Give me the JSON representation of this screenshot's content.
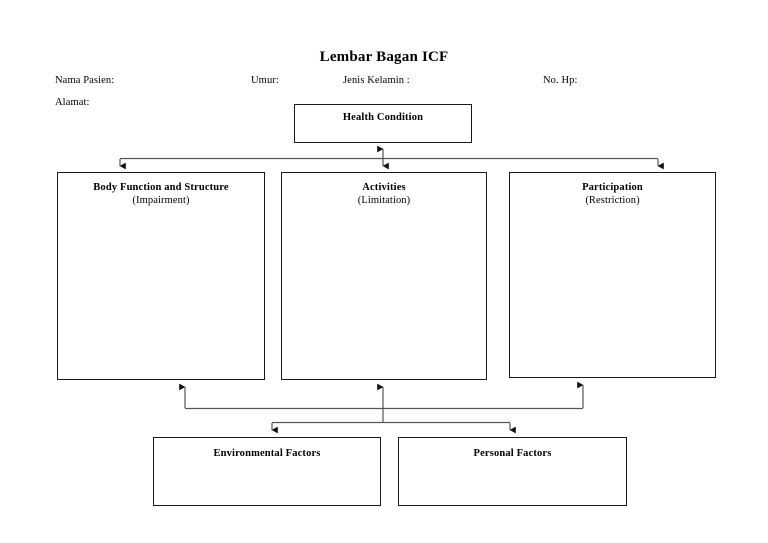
{
  "document": {
    "title": "Lembar Bagan ICF"
  },
  "patient_info": {
    "nama_label": "Nama Pasien:",
    "umur_label": "Umur:",
    "jenis_kelamin_label": "Jenis Kelamin :",
    "no_hp_label": "No. Hp:",
    "alamat_label": "Alamat:",
    "nama_value": "",
    "umur_value": "",
    "jenis_kelamin_value": "",
    "no_hp_value": "",
    "alamat_value": ""
  },
  "chart_data": {
    "type": "diagram",
    "title": "Lembar Bagan ICF",
    "nodes": [
      {
        "id": "health_condition",
        "title": "Health Condition",
        "subtitle": "",
        "content": ""
      },
      {
        "id": "body_function",
        "title": "Body Function and Structure",
        "subtitle": "(Impairment)",
        "content": ""
      },
      {
        "id": "activities",
        "title": "Activities",
        "subtitle": "(Limitation)",
        "content": ""
      },
      {
        "id": "participation",
        "title": "Participation",
        "subtitle": "(Restriction)",
        "content": ""
      },
      {
        "id": "environmental_factors",
        "title": "Environmental Factors",
        "subtitle": "",
        "content": ""
      },
      {
        "id": "personal_factors",
        "title": "Personal Factors",
        "subtitle": "",
        "content": ""
      }
    ],
    "edges": [
      {
        "from": "body_function",
        "to": "health_condition",
        "style": "bidirectional-bus"
      },
      {
        "from": "activities",
        "to": "health_condition",
        "style": "bidirectional-bus"
      },
      {
        "from": "participation",
        "to": "health_condition",
        "style": "bidirectional-bus"
      },
      {
        "from": "environmental_factors",
        "to": "body_function",
        "style": "bidirectional-bus"
      },
      {
        "from": "environmental_factors",
        "to": "activities",
        "style": "bidirectional-bus"
      },
      {
        "from": "environmental_factors",
        "to": "participation",
        "style": "bidirectional-bus"
      },
      {
        "from": "personal_factors",
        "to": "body_function",
        "style": "bidirectional-bus"
      },
      {
        "from": "personal_factors",
        "to": "activities",
        "style": "bidirectional-bus"
      },
      {
        "from": "personal_factors",
        "to": "participation",
        "style": "bidirectional-bus"
      }
    ],
    "colors": {
      "line": "#555555",
      "border": "#1a1a1a",
      "background": "#ffffff",
      "text": "#000000"
    }
  }
}
